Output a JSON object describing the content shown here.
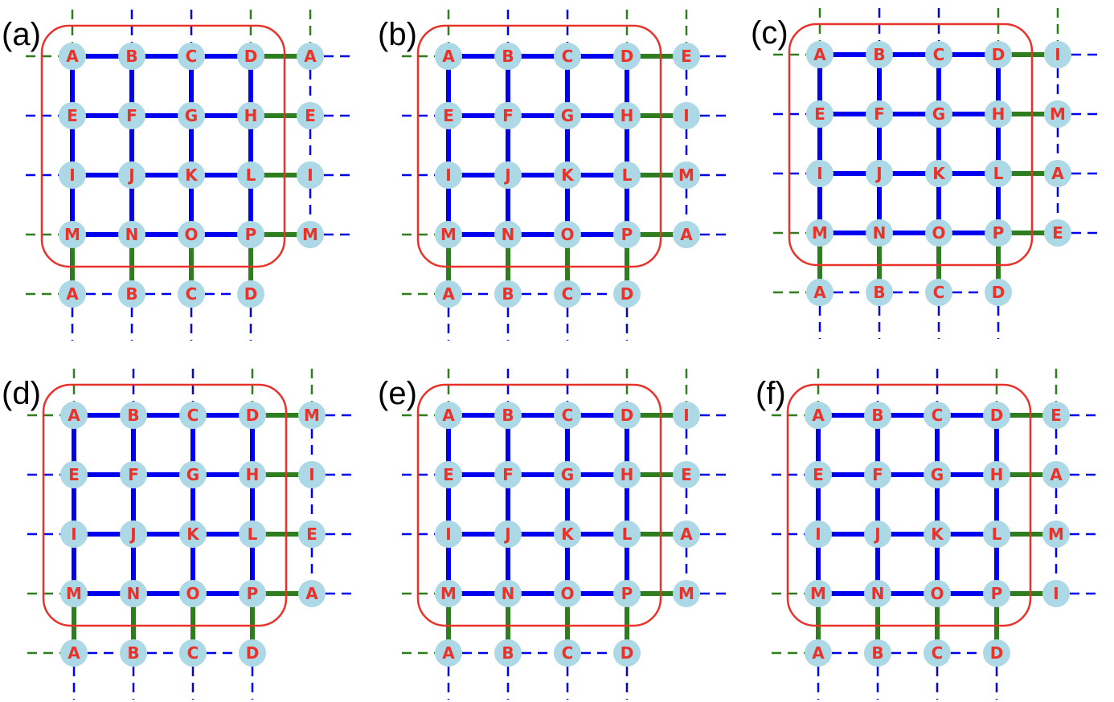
{
  "figure": {
    "grid_labels": [
      [
        "A",
        "B",
        "C",
        "D"
      ],
      [
        "E",
        "F",
        "G",
        "H"
      ],
      [
        "I",
        "J",
        "K",
        "L"
      ],
      [
        "M",
        "N",
        "O",
        "P"
      ]
    ],
    "bottom_row_labels": [
      "A",
      "B",
      "C",
      "D"
    ],
    "colors": {
      "node_fill": "#add8e6",
      "node_text": "#e8332a",
      "internal_edge": "#0000ee",
      "boundary_edge": "#2e7d1e",
      "dashed_blue": "#0000ee",
      "dashed_green": "#2e7d1e",
      "highlight_box": "#e8332a"
    },
    "panels": [
      {
        "label": "(a)",
        "right_column_labels": [
          "A",
          "E",
          "I",
          "M"
        ]
      },
      {
        "label": "(b)",
        "right_column_labels": [
          "E",
          "I",
          "M",
          "A"
        ]
      },
      {
        "label": "(c)",
        "right_column_labels": [
          "I",
          "M",
          "A",
          "E"
        ]
      },
      {
        "label": "(d)",
        "right_column_labels": [
          "M",
          "I",
          "E",
          "A"
        ]
      },
      {
        "label": "(e)",
        "right_column_labels": [
          "I",
          "E",
          "A",
          "M"
        ]
      },
      {
        "label": "(f)",
        "right_column_labels": [
          "E",
          "A",
          "M",
          "I"
        ]
      }
    ]
  }
}
